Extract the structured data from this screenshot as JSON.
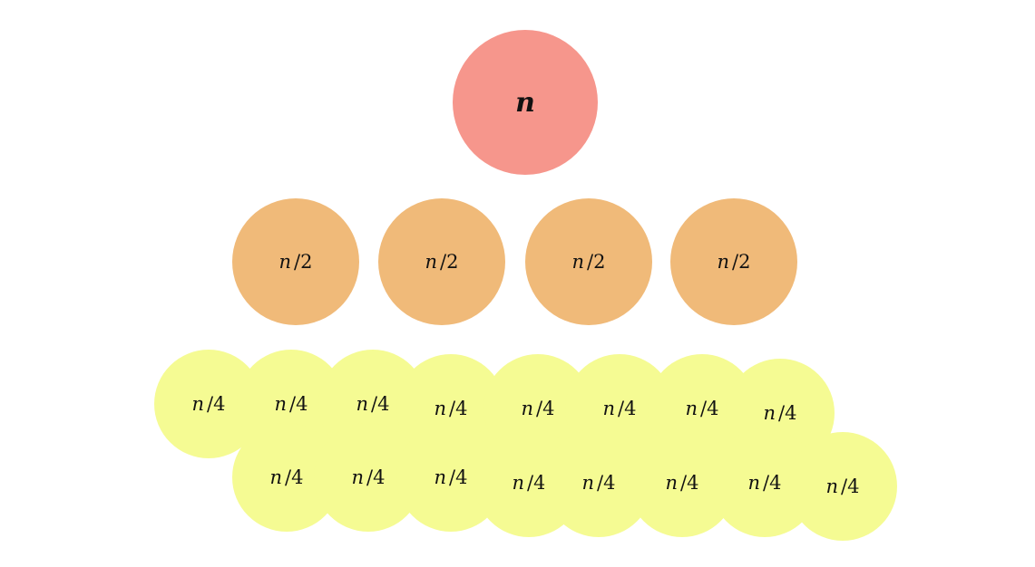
{
  "colors": {
    "level0": "#f6968c",
    "level1": "#f0ba79",
    "level2": "#f5fb93",
    "text": "#111111"
  },
  "levels": [
    {
      "count": 1,
      "var": "n",
      "div": ""
    },
    {
      "count": 4,
      "var": "n",
      "div": "/2"
    },
    {
      "count": 16,
      "var": "n",
      "div": "/4"
    }
  ]
}
